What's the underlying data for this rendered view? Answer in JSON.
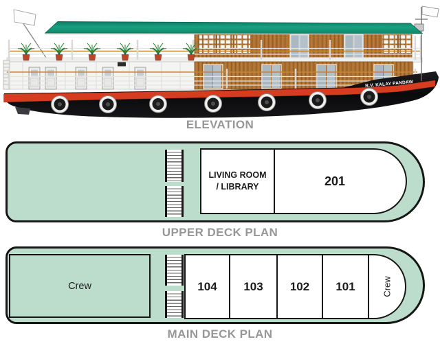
{
  "elevation": {
    "label": "ELEVATION",
    "boat_name": "R.V. KALAY PANDAW"
  },
  "upper_deck": {
    "label": "UPPER DECK PLAN",
    "living_room_line1": "LIVING ROOM",
    "living_room_line2": "/ LIBRARY",
    "cabin": "201"
  },
  "main_deck": {
    "label": "MAIN DECK PLAN",
    "crew_area": "Crew",
    "cabins": [
      "104",
      "103",
      "102",
      "101"
    ],
    "bow_crew": "Crew"
  },
  "colors": {
    "deck_fill": "#bcdccc",
    "outline": "#161616",
    "label_gray": "#97979a",
    "canopy_green": "#13987a",
    "hull_black": "#0d0d10",
    "hull_red": "#d63c20",
    "wood_brown": "#ad6f2d"
  }
}
